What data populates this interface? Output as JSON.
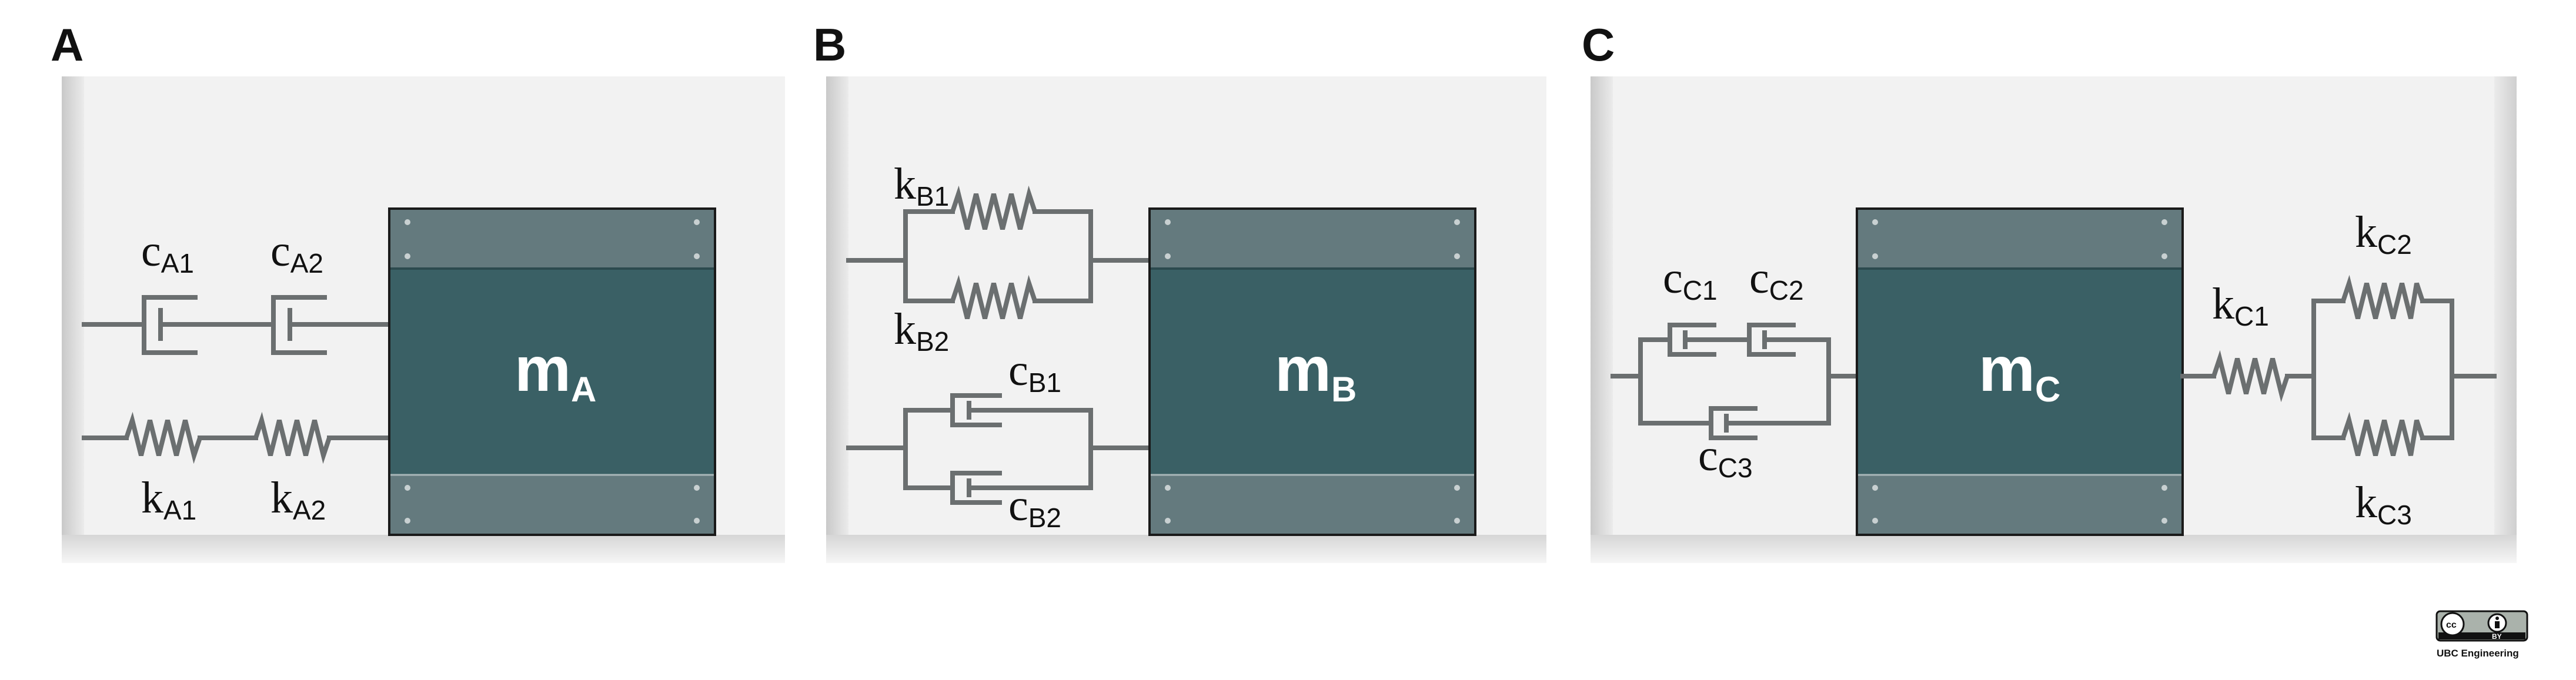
{
  "panels": [
    {
      "letter": "A",
      "mass": {
        "main": "m",
        "sub": "A"
      },
      "labels": [
        {
          "main": "c",
          "sub": "A1"
        },
        {
          "main": "c",
          "sub": "A2"
        },
        {
          "main": "k",
          "sub": "A1"
        },
        {
          "main": "k",
          "sub": "A2"
        }
      ]
    },
    {
      "letter": "B",
      "mass": {
        "main": "m",
        "sub": "B"
      },
      "labels": [
        {
          "main": "k",
          "sub": "B1"
        },
        {
          "main": "k",
          "sub": "B2"
        },
        {
          "main": "c",
          "sub": "B1"
        },
        {
          "main": "c",
          "sub": "B2"
        }
      ]
    },
    {
      "letter": "C",
      "mass": {
        "main": "m",
        "sub": "C"
      },
      "labels": [
        {
          "main": "c",
          "sub": "C1"
        },
        {
          "main": "c",
          "sub": "C2"
        },
        {
          "main": "c",
          "sub": "C3"
        },
        {
          "main": "k",
          "sub": "C1"
        },
        {
          "main": "k",
          "sub": "C2"
        },
        {
          "main": "k",
          "sub": "C3"
        }
      ]
    }
  ],
  "license": {
    "cc": "cc",
    "by": "BY",
    "credit": "UBC Engineering"
  },
  "colors": {
    "mass_body": "#3a6065",
    "mass_plate": "#647a7e",
    "mass_outline": "#1a1a1a",
    "wall": "#ebebeb",
    "wire": "#6b6f70",
    "spring_highlight": "#f2f2f2"
  }
}
